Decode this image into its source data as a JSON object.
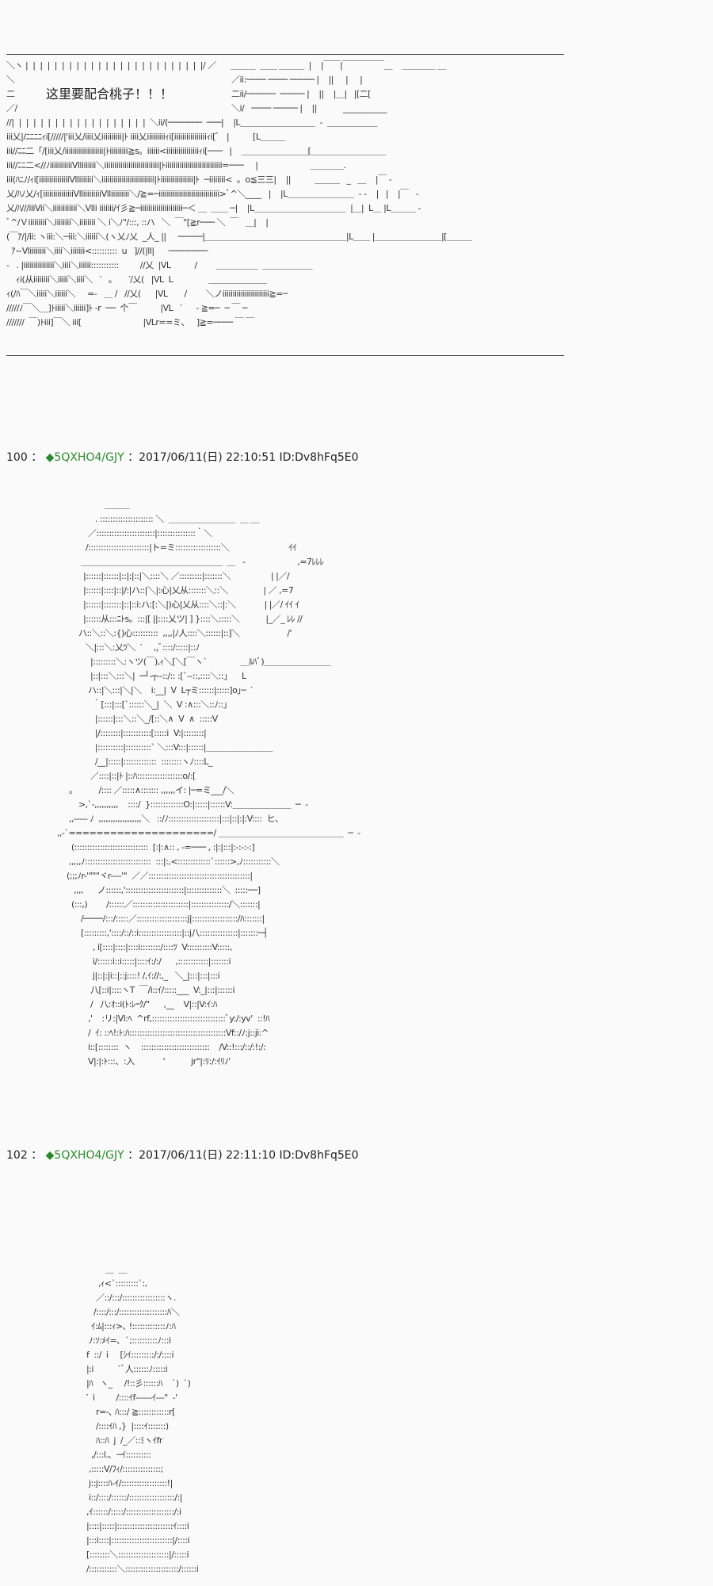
{
  "panel1": {
    "caption": "这里要配合桃子！！！",
    "art": [
      "＼ヽ |  |  |  |  |  |  |  |  |  |  |  |  |  |  |  |  |  |  |  |  |  |  |  |  |/ ／      ＿＿＿  ＿＿ ＿＿＿  |    |￣￣|￣￣￣￣￣＿    ＿＿＿＿ ＿",
      "＼                                                   ／ii:──── ──── ───── |    ||     |     |",
      "二                                                   二ii/──────  ───── |    ||    |＿|   |[二[",
      "／/                                                  ＼i/   ──── ───── |    ||           ___________",
      "//|  |  |  |  |  |  |  |  |  |  |  |  |  |  |  |  |  |  |  ＼ii/(───────  ───|    |L＿＿＿＿＿＿＿＿＿  -  ＿＿＿＿＿＿",
      "iii乂|/ﾆﾆﾆﾆｨi[/////|'iii乂/iiii乂iiiiiiiiii|ﾄ iiii乂iiiiiiiiiｨi[iiiiiiiiiiiiiiiiｨi[ﾞ   |          [L＿＿＿",
      "iii//ﾆﾆ二「/[iii乂/iiiiiiiiiiiiiiiiiii|ﾄiiiiiiiii≧s。iiiiii<iiiiiiiiiiiiiiiiｨi[───   |    ＿＿＿＿＿＿＿＿[＿＿＿＿＿＿＿＿＿",
      "iii//ﾆﾆ二<//ﾉiiiiiiiiiiiVlliiiiiii＼iiiiiiiiiiiiiiiiiiiiiiiiiii|ﾄiiiiiiiiiiiiiiiiiiiiiiiiiiii=───     |                      ＿＿＿＿.",
      "iii(ﾊﾆﾉ/ｨi[iiiiiiiiiiiiiiiVlliiiiiii＼iiiiiiiiiiiiiiiiiiiiiiiiii|ﾄiiiiiiiiiiiiiiii|ﾄ  ─iiiiiiii<  。o≦三三|    ||          ＿＿＿   _   ＿    |￣ ‐",
      "乂/ﾊﾉ乂/ｨ[iiiiiiiiiiiiiiiVlliiiiiiiiiVlliiiiiiiii＼/≧=─iiiiiiiiiiiiiiiiiiiiiiiiiiiiii>ﾞ^＼____   |    |L＿＿＿＿＿＿＿＿  - -    |   |    |￣   ‐",
      "乂/ﾊ///iiiVii＼iiiiiiiiiiii＼Vlli iiiiiii/ｲ彡≧─iiiiiiiiiiiiiiiiiiiii─＜ ＿  ＿＿ ─|    |L＿＿＿＿＿＿＿＿＿＿＿  |＿|  L＿ |L＿＿＿ ‐",
      "ﾞ^/Ｖiiiiiiiii＼iiiiiiii＼iiiiiiii ＼ i＼ﾉ\"/:::, ::ハ   ＼  ￣\"[≧r─── ＼  ￣   ＿|    |                           ",
      "(￣ｱ/|/ii: ヽiii:＼─iii:＼iiiiii＼(ヽ乂ﾉ乂  _人_ ||     ─────|＿＿＿＿＿＿＿＿＿＿＿＿＿＿＿＿＿|L＿＿ |＿＿＿＿＿＿＿＿|[＿＿＿",
      "  ｱ~Vliiiiiiii＼iiii＼iiiiiii<::::::::::  u   ]//(|ll|      ────────",
      "‐   . |iiiiiiiiiiiiiii＼iiii＼iiiiii:::::::::::         //乂  |VL          /        ＿＿＿＿＿  ＿＿＿＿＿＿",
      "    ｨi(从iiiiiiii＼iiiii＼iiii＼   ′   。     ′/乂(   |VL  L               ＿＿＿＿＿＿＿",
      "ｨ(/ﾊ￣＼iiiii＼iiiiii＼     =‐   ＿ /   //乂(      |VL       /        ＼ノiiiiiiiiiiiiiiiiiiiiiii≧=─",
      "/////ﾉ￣＼＿]ﾄiiiii＼iiiiii]ﾄ ‐r  ──  个￣          |VL   ′      ‐ ≧=─  ─ ￣ ─",
      "///////  ￣)ﾄiii]￣＼ iii[                          |VLr==ミ、   ]≧=──── ￣ ￣"
    ]
  },
  "posts": [
    {
      "number": "100",
      "separator": "：",
      "trip": "◆5QXHO4/GJY",
      "date": "：2017/06/11(日) 22:10:51",
      "id": "ID:Dv8hFq5E0",
      "art": [
        "                        ＿＿＿",
        "                    . ::::::::::::::::::::: ＼  ＿＿＿＿＿＿＿＿  ＿ ＿",
        "                 ／:::::::::::::::::::::::|:::::::::::::::｀＼",
        "                /::::::::::::::::::::::::|ト=ミ::::::::::::::::::＼                         ｲｲ",
        "              ＿＿＿＿＿＿＿＿＿＿＿＿＿＿＿＿＿  ＿   -                      ,=7ﾚﾚﾚ",
        "               |::::::|::::::|::|:|::|＼::::＼ ／:::::::::|:::::::＼                 | |／/",
        "               |::::::|::::|::|/:|ハ::|＼|:心|乂从:::::::＼::＼               | ／ ,=7",
        "               |::::::|:::::::|::|::i:ハ:[:＼|)心|乂从::::＼::|:＼            | |／/ ｲｲ ｲ",
        "               |::::::从:::ﾆﾄs。:::|[ ||::::乂ツ| ] }::::＼:::::＼           |_／_ ﾚﾚ //",
        "             ハ::＼::＼:{)心::::::::::  ,,,,|ﾉ人::::＼::::::|::]＼                    /'",
        "                ＼|:::＼:乂ﾂ＼  ′     ,,ﾞ::::/:::::|::ﾉ",
        "                  |:::::::::＼:ヽツ(￣),ｨ＼[＼[￣ヽ`              ＿ﾙﾊﾞ)＿＿＿＿＿＿＿＿",
        "                  |::|:::＼:::＼|  ─┘-┬-‐::/:: :[`--::,::::＼::｣      L",
        "                 ハ::|＼:::|＼|＼    i:__|  V  L┬ミ::::::|:::::]o｣─  ′",
        "                   ｀[:::|:::[`::::::＼_|  ＼  V :∧:::＼::ﾉ::｣",
        "                    |::::::|:::＼::＼_/[::＼∧  V  ∧  :::::V",
        "                    |/::::::::|:::::::::::[:::::i  V:|::::::::|",
        "                    |::::::::::|::::::::::` ＼:::V:::|::::::|＿＿＿＿＿＿＿＿",
        "                    /__|:::::|:::::::::::::  ::::::::ヽﾉ::::L_",
        "                  ／::::|::|ﾄ |::ﾊ::::::::::::::::::o/:[",
        "         。         /:::: ／:::::∧::::::: ,,,,,,イ: |─=ミ___/＼",
        "             >,`-,,,,,,,,,,    ::::/  }:::::::::::::O:|:::::|::::::V:＿＿＿＿＿＿＿  ─  -",
        "         ,,-‐‐‐‐ ﾉ  ,,,,,,,,,,,,,,,,,,＼   ::/ﾉ::::::::::::::::::::|:::|::|:|:V::::  ヒ、",
        "    ,,-`=====================/ ＿＿＿＿＿＿＿＿＿＿＿＿＿＿＿  ─  -",
        "          (:::::::::::::::::::::::::::::  [:|:∧:: , ‐=─── , :|:|:::|:-:-:-:]",
        "         ,,,,,ﾉ::::::::::::::::::::::::::  :::|:,<:::::::::::::`::::::>,ﾉ:::::::::::＼",
        "        (;;;ﾉr-'\"\"\"ヾr-‐‐‐'\"  ／／::::::::::::::::::::::::::::::::::::::::|",
        "           ,,,,      ノ::::::,':::::::::::::::::::::::|::::::::::::::＼  :::::──]",
        "          (:::,)        /::::::／::::::::::::::::::::::|:::::::::::::::/＼:::::::|",
        "              /────/:::/:::::／::::::::::::::::::::j|::::::::::::::::::/ﾊ:::::::|",
        "              [:::::::::,'::::/::/::i:::::::::::::::::|::j八:::::::::::::::|:::::::─┤",
        "                   , i[::::|::::|::::i::::::::/::::ﾂ  V::::::::::V:::::,",
        "                   i/::::::i::i:::::|::::ｲ:/:/      ,::::::::::::|:::::::i",
        "                   j|::|:|i::|::j::::! /,ｲ://:,_   ＼_|:::|:::|:::i",
        "                  八[::i|::::ヽT  ￣/i::ｲ/:::::___  V:_|:::|::::::i",
        "                  /   八:ｵ::i(ﾄ:ﾚｰｸ/\"      ,__    V|::|V:ｲ:ﾊ",
        "                 ,'    :リ:|Vl:ﾍ  ^rf,:::::::::::::::::::::::::::::ﾞy:/:yv'  ::!ﾊ",
        "                 /  ｲ: ::ﾍ!:ﾄ:ﾊ::::::::::::::::::::::::::::::::::::::Vf::/ﾉ:j::ji:^",
        "                 i::[::::::::  ヽ    :::::::::::::::::::::::::::    /V::!:::/::/:!:/:",
        "                 V|:|:ﾄ:::、:入            '           jr\"|:ﾘ:/:ｲﾘﾉ'"
      ]
    },
    {
      "number": "102",
      "separator": "：",
      "trip": "◆5QXHO4/GJY",
      "date": "：2017/06/11(日) 22:11:10",
      "id": "ID:Dv8hFq5E0",
      "art": [
        "                     ＿  ＿",
        "                  ,ｨ<`:::::::::`:,",
        "                 ／::/:::/:::::::::::::::::ヽ.",
        "                /::::/:::/:::::::::::::::::::ﾊ＼",
        "               ｲ:ﾑ|:::ｨ>､ !:::::::::::::ﾉ:ﾊ",
        "              ﾉ:ｿ:ﾒｲ=､  `;::::::::::ﾉ:::i",
        "             f  ::/  i     [ｼｲ:::::::::/:/::::i",
        "             |:i          `ﾞ人::::::ﾉ:::::i",
        "             |ﾊ   ヽ_     /!::彡::::::ﾊ    `)  `)",
        "             ′  i         /::::ｲf‐-‐‐‐‐ｲ‐‐‐\"  ‐'",
        "                 r=-､ ﾊ:::/ ≧::::::::::::r[",
        "                 /::::ｲﾊ ,}  |::::ｲ:::::::)",
        "                 ﾊ::ﾊ  j  /_／::ﾐヽｲfr",
        "               ,/:::l.､  ─ｲ::::::::::",
        "              ,:::::V/ﾌｨ/:::::::::::::::;",
        "              j::j::::ﾊ-ｲ/::::::::::::::::::!|",
        "              i::/::::/::::::/::::::::::::::::::/:|",
        "             ,ｲ::::::/:::::/:::::::::::::::::::/:i",
        "             |::::|:::::|::::::::::::::::::::::ｲ::::i",
        "             |:::i::::|::::::::::::::::::::::::|/::::i",
        "             [::::::::＼::::::::::::::::::::|/:::::i",
        "             /:::::::::::＼:::::::::::::::::::::/::::::i"
      ]
    }
  ]
}
